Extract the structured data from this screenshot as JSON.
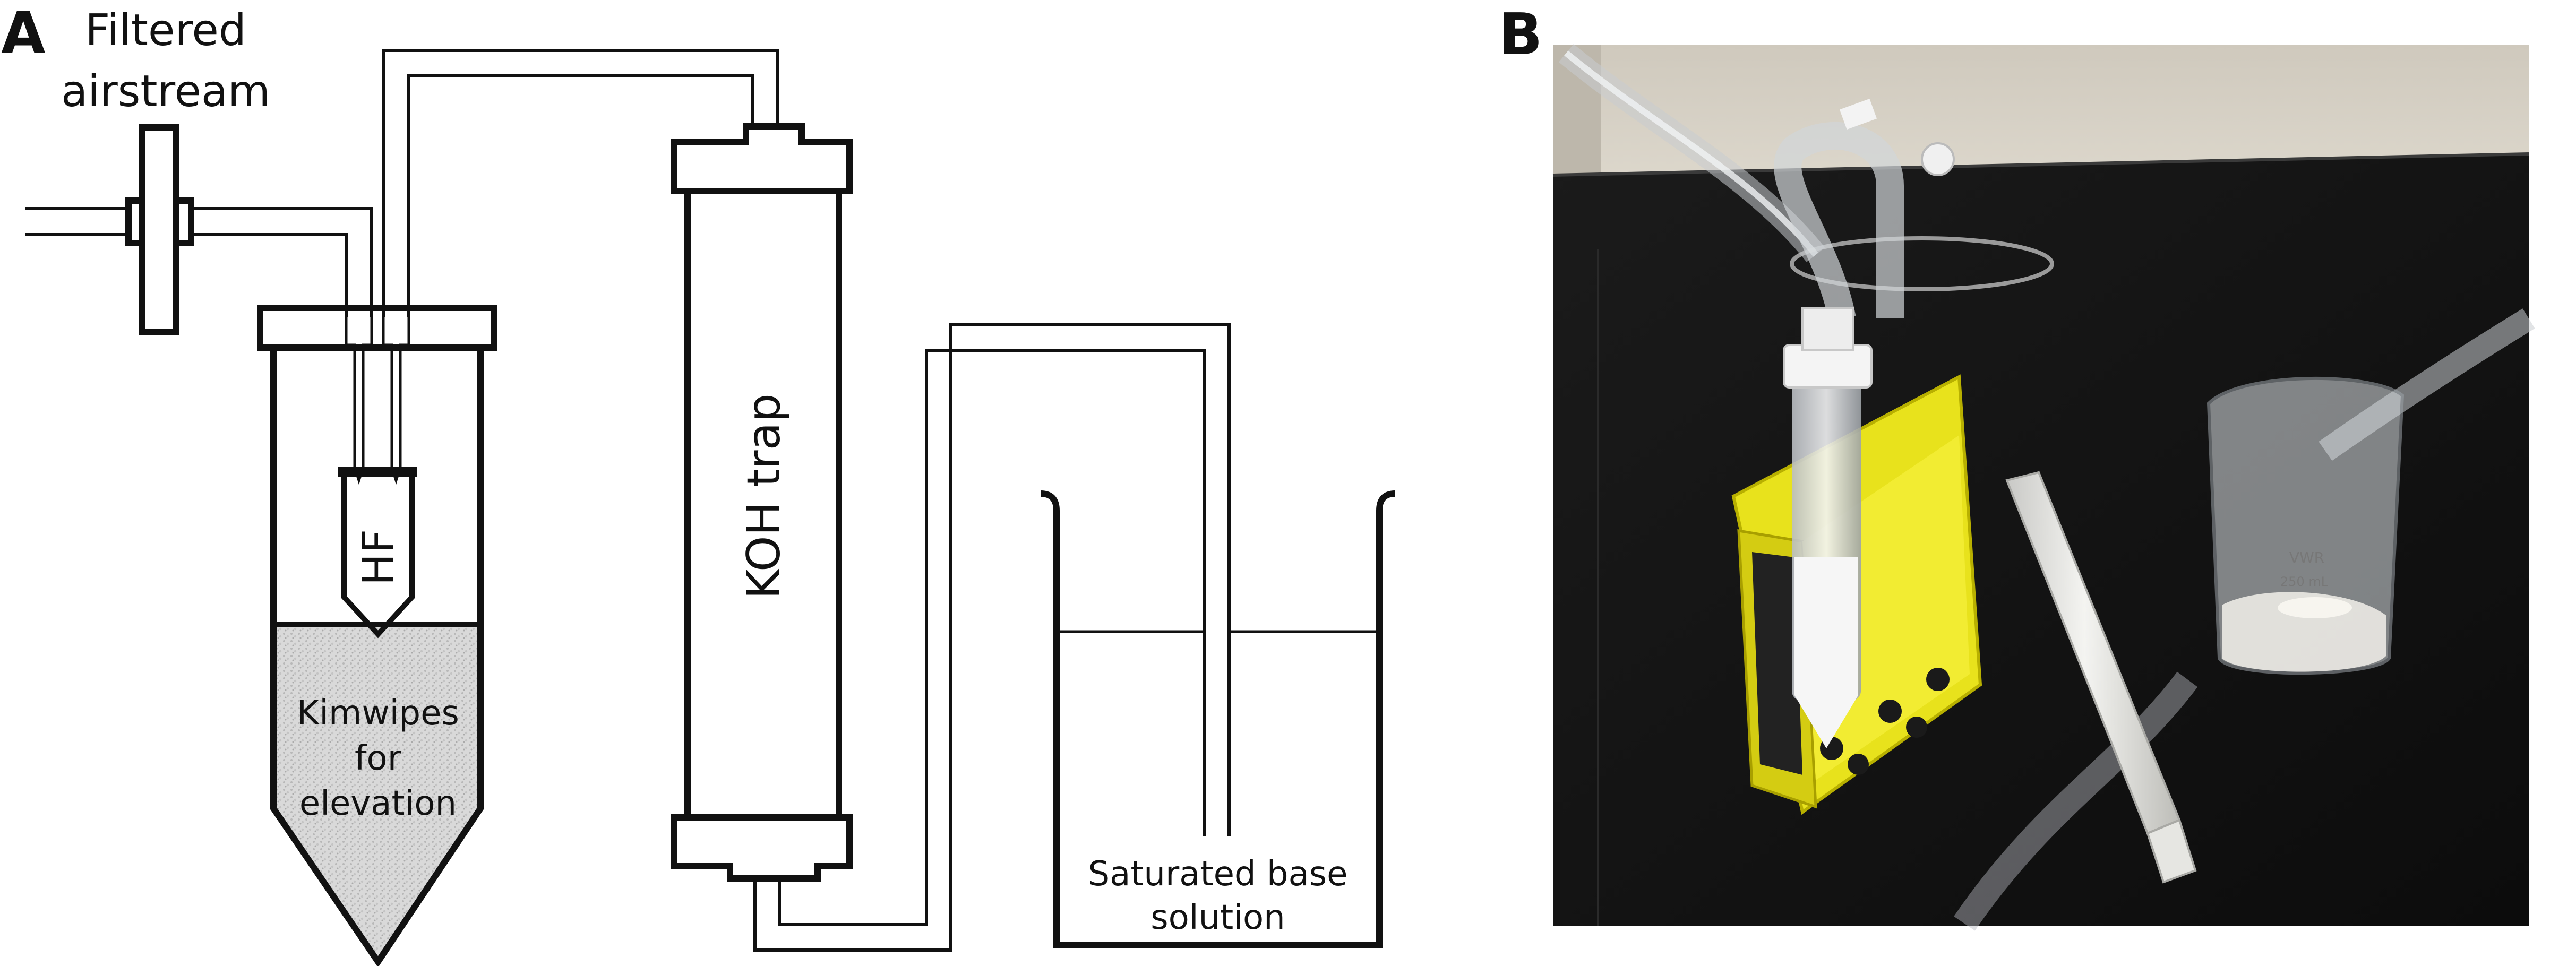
{
  "panels": {
    "a": {
      "letter": "A",
      "label_filtered_line1": "Filtered",
      "label_filtered_line2": "airstream",
      "label_hf": "HF",
      "label_kimwipes_line1": "Kimwipes",
      "label_kimwipes_line2": "for",
      "label_kimwipes_line3": "elevation",
      "label_koh": "KOH trap",
      "label_base_line1": "Saturated base",
      "label_base_line2": "solution"
    },
    "b": {
      "letter": "B",
      "beaker_brand": "VWR",
      "beaker_volume": "250 mL"
    }
  },
  "colors": {
    "line": "#111111",
    "kimwipe_fill": "#cfcfcf",
    "rack_yellow": "#e8e21c",
    "bench_black": "#121212",
    "wall_beige": "#d6d0c4"
  }
}
